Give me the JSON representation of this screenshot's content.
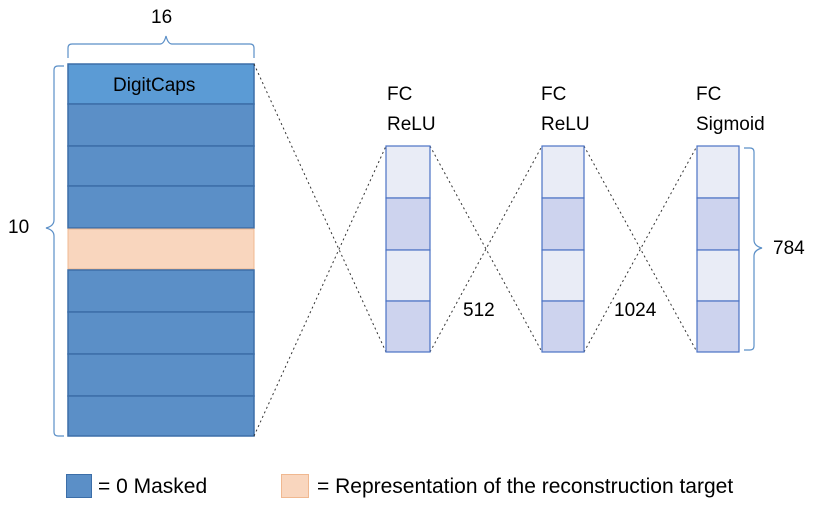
{
  "diagram": {
    "digitcaps": {
      "label": "DigitCaps",
      "width_label": "16",
      "height_label": "10"
    },
    "layers": [
      {
        "type": "FC",
        "activation": "ReLU"
      },
      {
        "type": "FC",
        "activation": "ReLU"
      },
      {
        "type": "FC",
        "activation": "Sigmoid"
      }
    ],
    "sizes": {
      "fc1_size": "512",
      "fc2_size": "1024",
      "output_size": "784"
    },
    "legend": {
      "masked_text": "= 0 Masked",
      "target_text": "= Representation of the reconstruction target"
    },
    "colors": {
      "masked": "#5b8fc7",
      "masked_border": "#3c6ea8",
      "target": "#f9d6be",
      "fc_light": "#e9ecf6",
      "fc_dark": "#cdd3ee",
      "fc_border": "#4a72c4",
      "bracket": "#5b8fc7"
    }
  }
}
